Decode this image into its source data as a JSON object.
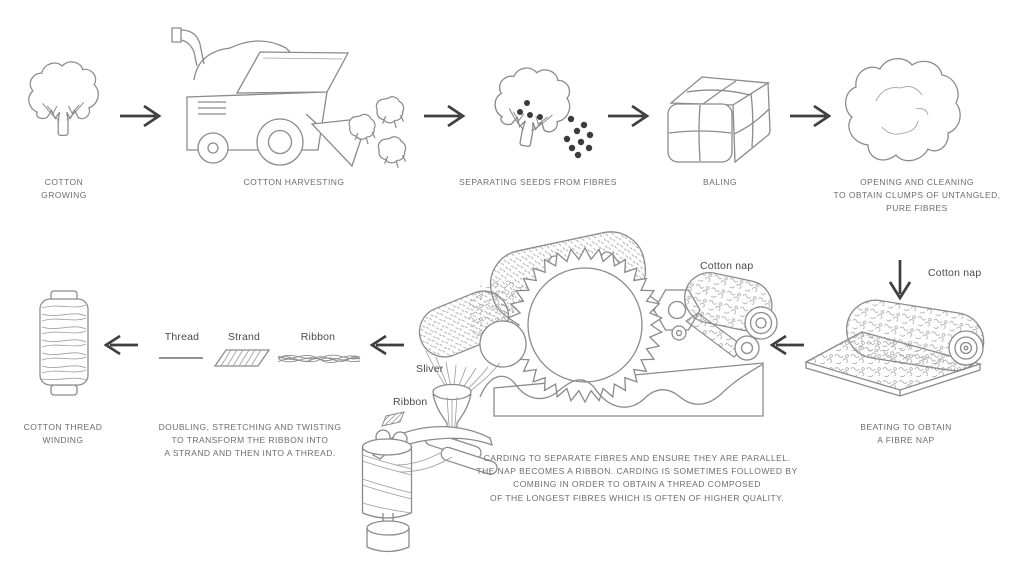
{
  "title": "Cotton processing diagram",
  "colors": {
    "background": "#ffffff",
    "line_art": "#8b8b8b",
    "arrow": "#3f3f3f",
    "caption_text": "#6d6d6d",
    "part_label_text": "#4a4a4a"
  },
  "steps": [
    {
      "id": "cotton-growing",
      "caption": "COTTON\nGROWING"
    },
    {
      "id": "cotton-harvesting",
      "caption": "COTTON HARVESTING"
    },
    {
      "id": "separating-seeds",
      "caption": "SEPARATING SEEDS FROM FIBRES"
    },
    {
      "id": "baling",
      "caption": "BALING"
    },
    {
      "id": "opening-cleaning",
      "caption": "OPENING AND CLEANING\nTO OBTAIN CLUMPS OF UNTANGLED,\nPURE FIBRES"
    },
    {
      "id": "beating",
      "caption": "BEATING TO OBTAIN\nA FIBRE NAP"
    },
    {
      "id": "carding",
      "caption": "CARDING TO SEPARATE FIBRES AND ENSURE THEY ARE PARALLEL.\nTHE NAP BECOMES A RIBBON. CARDING IS SOMETIMES FOLLOWED BY\nCOMBING IN ORDER TO OBTAIN A THREAD COMPOSED\nOF THE LONGEST FIBRES WHICH IS OFTEN OF HIGHER QUALITY."
    },
    {
      "id": "doubling",
      "caption": "DOUBLING, STRETCHING AND TWISTING\nTO TRANSFORM THE RIBBON INTO\nA STRAND AND THEN INTO A THREAD."
    },
    {
      "id": "winding",
      "caption": "COTTON THREAD\nWINDING"
    }
  ],
  "part_labels": {
    "cotton_nap_beating": "Cotton nap",
    "cotton_nap_carding": "Cotton nap",
    "sliver": "Sliver",
    "ribbon_carding": "Ribbon",
    "thread": "Thread",
    "strand": "Strand",
    "ribbon": "Ribbon"
  }
}
